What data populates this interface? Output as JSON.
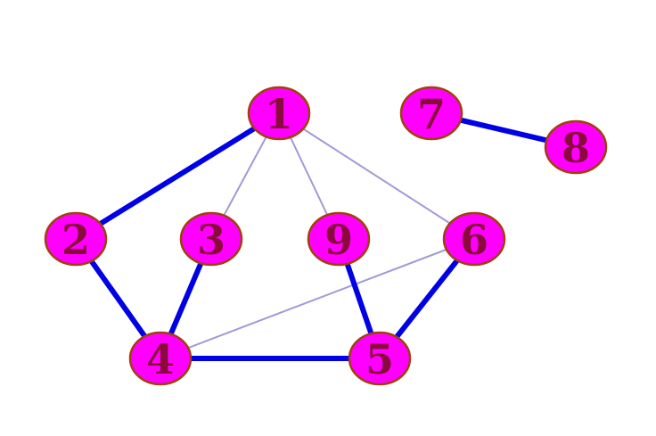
{
  "colors": {
    "background": "#ffffff",
    "node_fill": "#ff00ff",
    "node_stroke": "#a0400a",
    "label": "#8b0a3c",
    "strong_edge": "#0000e6",
    "weak_edge": "#a09ad8"
  },
  "nodes": [
    {
      "id": "1",
      "label": "1"
    },
    {
      "id": "2",
      "label": "2"
    },
    {
      "id": "3",
      "label": "3"
    },
    {
      "id": "4",
      "label": "4"
    },
    {
      "id": "5",
      "label": "5"
    },
    {
      "id": "6",
      "label": "6"
    },
    {
      "id": "7",
      "label": "7"
    },
    {
      "id": "8",
      "label": "8"
    },
    {
      "id": "9",
      "label": "9"
    }
  ],
  "edges": [
    {
      "from": "1",
      "to": "2",
      "style": "strong"
    },
    {
      "from": "1",
      "to": "3",
      "style": "weak"
    },
    {
      "from": "1",
      "to": "9",
      "style": "weak"
    },
    {
      "from": "1",
      "to": "6",
      "style": "weak"
    },
    {
      "from": "2",
      "to": "4",
      "style": "strong"
    },
    {
      "from": "3",
      "to": "4",
      "style": "strong"
    },
    {
      "from": "4",
      "to": "5",
      "style": "strong"
    },
    {
      "from": "4",
      "to": "6",
      "style": "weak"
    },
    {
      "from": "9",
      "to": "5",
      "style": "strong"
    },
    {
      "from": "5",
      "to": "6",
      "style": "strong"
    },
    {
      "from": "7",
      "to": "8",
      "style": "strong"
    }
  ]
}
